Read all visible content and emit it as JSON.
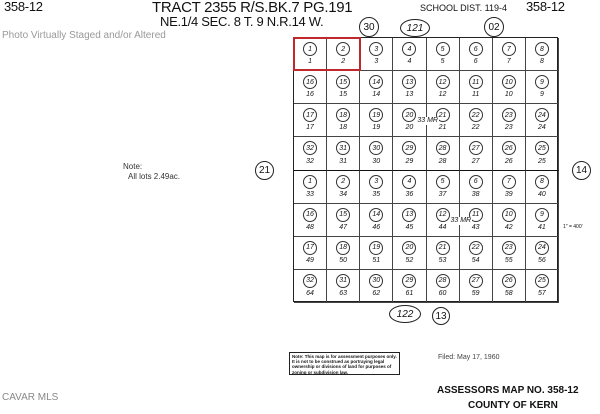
{
  "header": {
    "map_no_left": "358-12",
    "title_line1": "TRACT 2355 R/S.BK.7 PG.191",
    "title_line2": "NE.1/4 SEC. 8 T. 9 N.R.14 W.",
    "school_dist": "SCHOOL DIST. 119-4",
    "map_no_right": "358-12",
    "watermark": "Photo Virtually Staged and/or Altered"
  },
  "adjacent": {
    "top_left": "30",
    "top_mid": "121",
    "top_right": "02",
    "left": "21",
    "right": "14",
    "bottom_mid": "122",
    "bottom_right": "13"
  },
  "note": {
    "label": "Note:",
    "text": "All lots 2.49ac."
  },
  "scale": "1\" = 400'",
  "grid": {
    "plot_numbers": [
      [
        "1",
        "2",
        "3",
        "4",
        "5",
        "6",
        "7",
        "8"
      ],
      [
        "16",
        "15",
        "14",
        "13",
        "12",
        "11",
        "10",
        "9"
      ],
      [
        "17",
        "18",
        "19",
        "20",
        "21",
        "22",
        "23",
        "24"
      ],
      [
        "32",
        "31",
        "30",
        "29",
        "28",
        "27",
        "26",
        "25"
      ],
      [
        "1",
        "2",
        "3",
        "4",
        "5",
        "6",
        "7",
        "8"
      ],
      [
        "16",
        "15",
        "14",
        "13",
        "12",
        "11",
        "10",
        "9"
      ],
      [
        "17",
        "18",
        "19",
        "20",
        "21",
        "22",
        "23",
        "24"
      ],
      [
        "32",
        "31",
        "30",
        "29",
        "28",
        "27",
        "26",
        "25"
      ]
    ],
    "lot_numbers": [
      [
        "1",
        "2",
        "3",
        "4",
        "5",
        "6",
        "7",
        "8"
      ],
      [
        "16",
        "15",
        "14",
        "13",
        "12",
        "11",
        "10",
        "9"
      ],
      [
        "17",
        "18",
        "19",
        "20",
        "21",
        "22",
        "23",
        "24"
      ],
      [
        "32",
        "31",
        "30",
        "29",
        "28",
        "27",
        "26",
        "25"
      ],
      [
        "33",
        "34",
        "35",
        "36",
        "37",
        "38",
        "39",
        "40"
      ],
      [
        "48",
        "47",
        "46",
        "45",
        "44",
        "43",
        "42",
        "41"
      ],
      [
        "49",
        "50",
        "51",
        "52",
        "53",
        "54",
        "55",
        "56"
      ],
      [
        "64",
        "63",
        "62",
        "61",
        "60",
        "59",
        "58",
        "57"
      ]
    ],
    "highlighted_lots": [
      "1",
      "2"
    ],
    "highlight_color": "#c0282d",
    "mr_label_upper": "33 MR",
    "mr_label_lower": "33 MR"
  },
  "disclaimer": "Note: This map is for assessment purposes only. It is not to be construed as portraying legal ownership or divisions of land for purposes of zoning or subdivision law.",
  "filed": "Filed: May 17, 1960",
  "footer": {
    "assessor": "ASSESSORS MAP NO. 358-12",
    "county": "COUNTY OF KERN",
    "mls": "CAVAR MLS"
  }
}
